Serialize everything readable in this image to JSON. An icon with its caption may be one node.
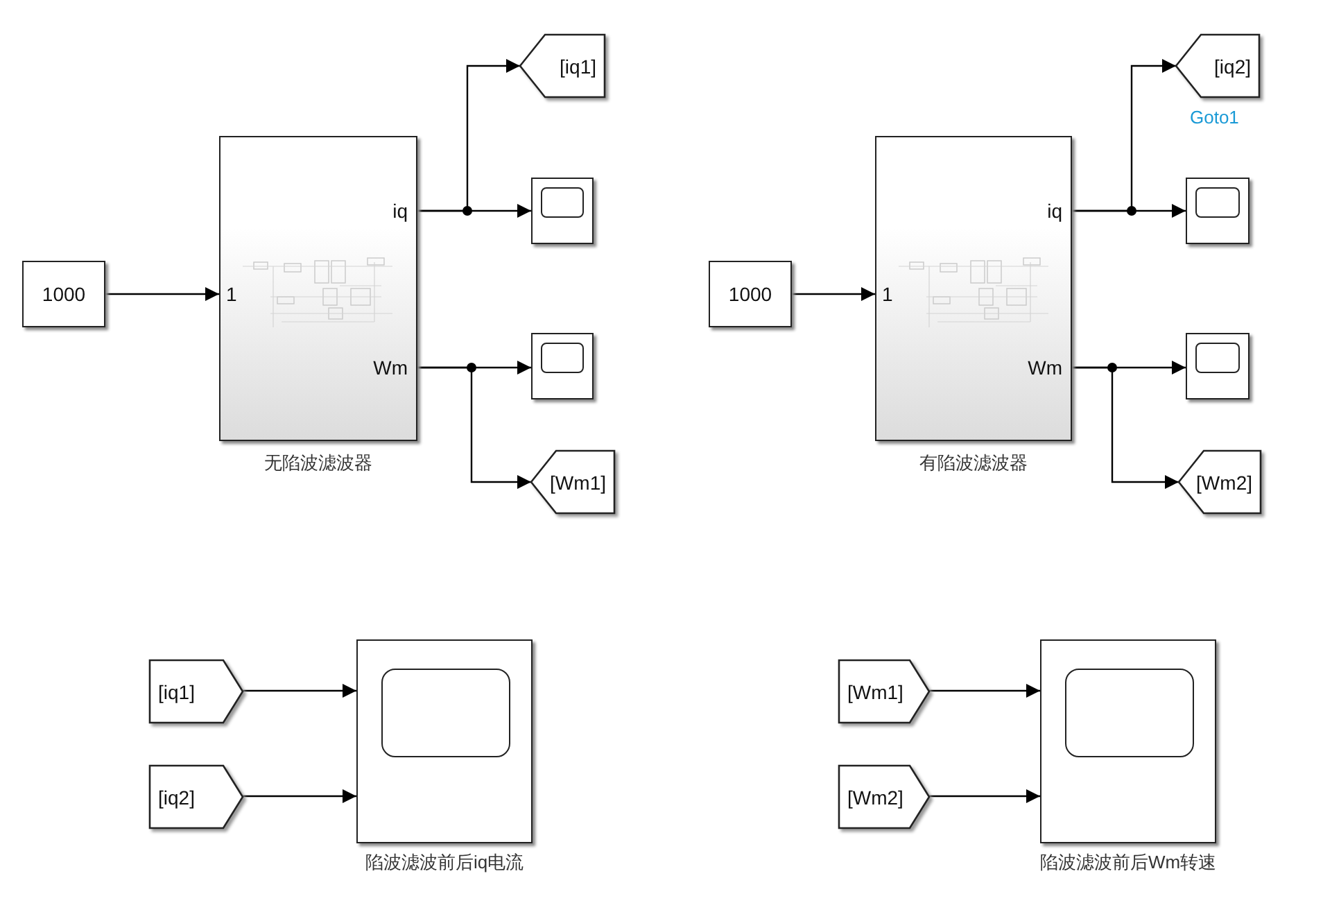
{
  "diagram": {
    "nodes": [
      {
        "text": [
          "1000"
        ]
      },
      {
        "text": [
          "1",
          "iq",
          "Wm"
        ],
        "beside": [
          "无陷波滤波器"
        ]
      },
      {
        "text": [
          "[iq1]"
        ]
      },
      {
        "text": [],
        "shape": "box"
      },
      {
        "text": [],
        "shape": "box"
      },
      {
        "text": [
          "[Wm1]"
        ]
      },
      {
        "text": [
          "1000"
        ]
      },
      {
        "text": [
          "1",
          "iq",
          "Wm"
        ],
        "beside": [
          "有陷波滤波器"
        ]
      },
      {
        "text": [
          "[iq2]"
        ],
        "beside": [
          "Goto1"
        ]
      },
      {
        "text": [],
        "shape": "box"
      },
      {
        "text": [],
        "shape": "box"
      },
      {
        "text": [
          "[Wm2]"
        ]
      },
      {
        "text": [
          "[iq1]"
        ]
      },
      {
        "text": [
          "[iq2]"
        ]
      },
      {
        "text": [],
        "shape": "box",
        "beside": [
          "陷波滤波前后iq电流"
        ]
      },
      {
        "text": [
          "[Wm1]"
        ]
      },
      {
        "text": [
          "[Wm2]"
        ]
      },
      {
        "text": [],
        "shape": "box",
        "beside": [
          "陷波滤波前后Wm转速"
        ]
      }
    ],
    "edges": [
      {
        "from": 0,
        "to": 1,
        "arrow": "to"
      },
      {
        "from": 1,
        "to": 2,
        "arrow": "to"
      },
      {
        "from": 1,
        "to": 3,
        "arrow": "to"
      },
      {
        "from": 1,
        "to": 4,
        "arrow": "to"
      },
      {
        "from": 1,
        "to": 5,
        "arrow": "to"
      },
      {
        "from": 6,
        "to": 7,
        "arrow": "to"
      },
      {
        "from": 7,
        "to": 8,
        "arrow": "to"
      },
      {
        "from": 7,
        "to": 9,
        "arrow": "to"
      },
      {
        "from": 7,
        "to": 10,
        "arrow": "to"
      },
      {
        "from": 7,
        "to": 11,
        "arrow": "to"
      },
      {
        "from": 12,
        "to": 14,
        "arrow": "to"
      },
      {
        "from": 13,
        "to": 14,
        "arrow": "to"
      },
      {
        "from": 15,
        "to": 17,
        "arrow": "to"
      },
      {
        "from": 16,
        "to": 17,
        "arrow": "to"
      }
    ]
  }
}
